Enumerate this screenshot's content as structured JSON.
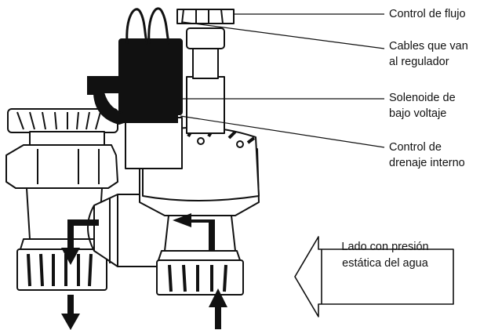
{
  "labels": {
    "flow_control": "Control de flujo",
    "cables": [
      "Cables que van",
      "al regulador"
    ],
    "solenoid": [
      "Solenoide de",
      "bajo voltaje"
    ],
    "drain": [
      "Control de",
      "drenaje interno"
    ]
  },
  "pressure_callout": [
    "Lado con presión",
    "estática del agua"
  ],
  "colors": {
    "line": "#111111",
    "solenoid": "#111111",
    "background": "#ffffff"
  }
}
